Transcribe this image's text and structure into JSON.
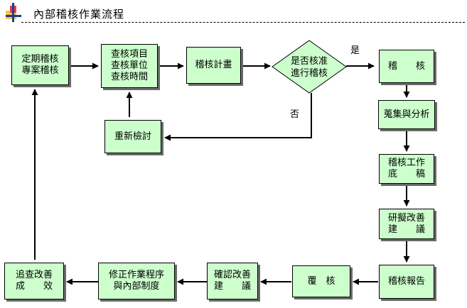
{
  "title": "內部稽核作業流程",
  "nodes": {
    "periodic_audit": [
      "定期稽核",
      "專案稽核"
    ],
    "review_items": [
      "查核項目",
      "查核單位",
      "查核時間"
    ],
    "audit_plan": [
      "稽核計畫"
    ],
    "decision": [
      "是否核准",
      "進行稽核"
    ],
    "audit": [
      "稽　　核"
    ],
    "collect_analyze": [
      "蒐集與分析"
    ],
    "working_papers": [
      "稽核工作",
      "底　　稿"
    ],
    "draft_improvement": [
      "研擬改善",
      "建　　議"
    ],
    "audit_report": [
      "稽核報告"
    ],
    "reinspection": [
      "覆　核"
    ],
    "confirm_improvement": [
      "確認改善",
      "建　　議"
    ],
    "revise_procedures": [
      "修正作業程序",
      "與內部制度"
    ],
    "follow_up": [
      "追查改善",
      "成　　效"
    ],
    "re_review": [
      "重新檢討"
    ]
  },
  "labels": {
    "yes": "是",
    "no": "否"
  }
}
